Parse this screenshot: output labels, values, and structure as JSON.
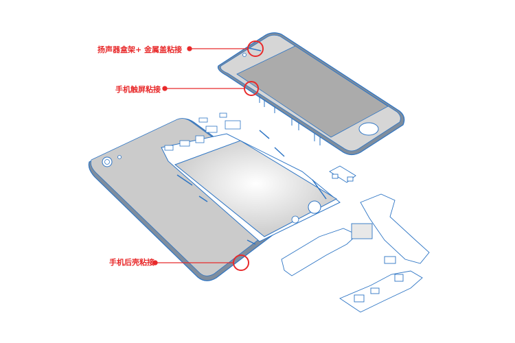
{
  "callouts": [
    {
      "label": "扬声器盒架+ 金属盖粘接"
    },
    {
      "label": "手机触屏粘接"
    },
    {
      "label": "手机后壳粘接"
    }
  ],
  "colors": {
    "outline": "#2c74c4",
    "highlight": "#e8292a",
    "screen": "#ababab",
    "glass": "#d6d6d6",
    "back_cover": "#cbcbcb",
    "bezel": "#7e8d9e"
  }
}
